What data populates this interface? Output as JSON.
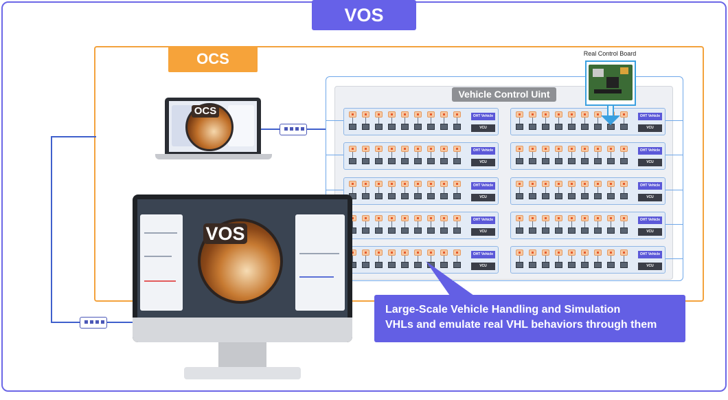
{
  "vos": {
    "title": "VOS"
  },
  "ocs": {
    "title": "OCS"
  },
  "vcu_panel": {
    "title": "Vehicle Control Uint",
    "rack_oht_label": "OHT Vehicle",
    "rack_vcu_label": "VCU"
  },
  "control_board": {
    "title": "Real Control Board"
  },
  "laptop": {
    "logo_text": "OCS"
  },
  "monitor": {
    "logo_text": "VOS"
  },
  "callout": {
    "line1": "Large-Scale Vehicle Handling and Simulation",
    "line2": "VHLs and emulate real VHL behaviors through them"
  },
  "colors": {
    "vos_accent": "#6661e8",
    "ocs_accent": "#f6a33a",
    "vcu_border": "#6ea7e9",
    "board_highlight": "#3aa0e0"
  },
  "icons": [
    "network-switch-icon",
    "vhl-unit-icon",
    "control-board-icon"
  ]
}
